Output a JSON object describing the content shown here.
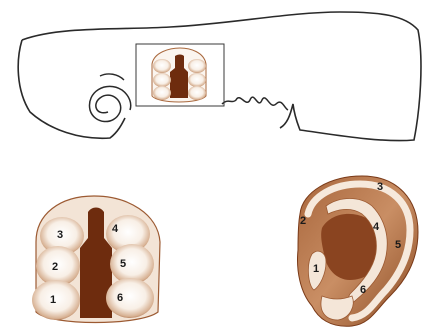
{
  "figure": {
    "embryo_panel": {
      "hillock_labels": [
        "1",
        "2",
        "3",
        "4",
        "5",
        "6"
      ]
    },
    "adult_ear_panel": {
      "ear_labels": [
        "1",
        "2",
        "3",
        "4",
        "5",
        "6"
      ]
    }
  },
  "colors": {
    "outline": "#2a2a2a",
    "tissue_dark": "#7a3a18",
    "tissue_mid": "#b8805a",
    "tissue_light": "#f7ede4"
  }
}
